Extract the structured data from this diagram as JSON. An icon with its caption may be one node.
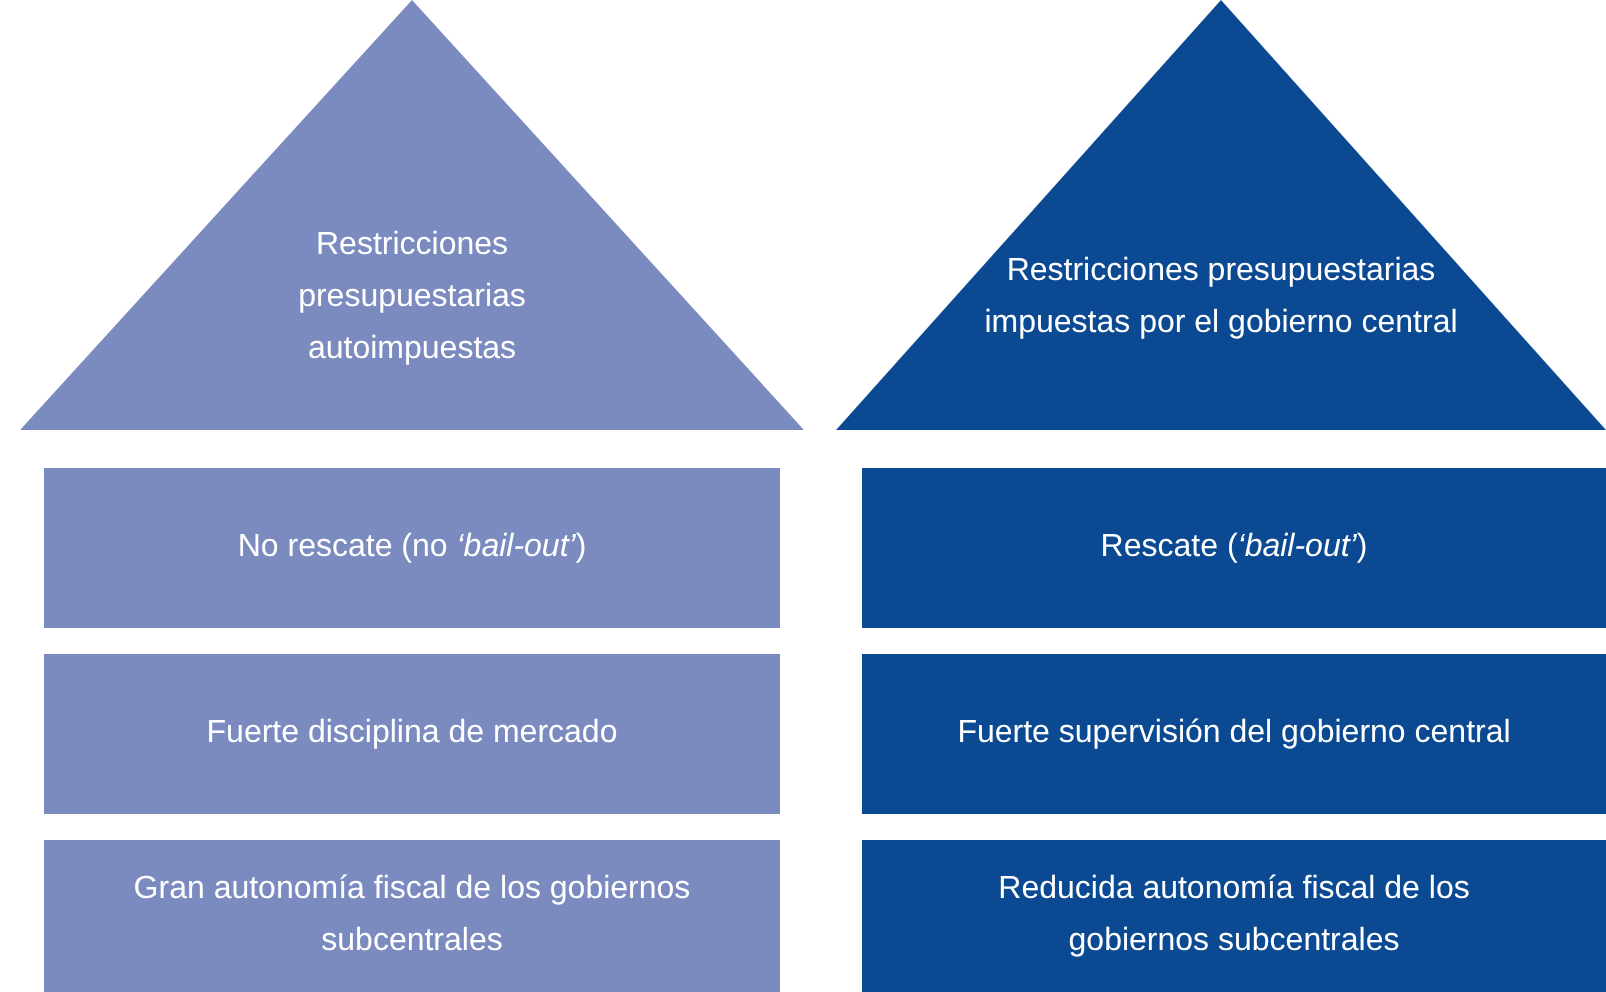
{
  "diagram": {
    "nodes": [
      {
        "text": [
          "Restricciones presupuestarias autoimpuestas"
        ]
      },
      {
        "text": [
          "Restricciones presupuestarias impuestas por el gobierno central"
        ]
      },
      {
        "text": [
          "No rescate (no *‘bail-out’*)"
        ]
      },
      {
        "text": [
          "Rescate (*‘bail-out’*)"
        ]
      },
      {
        "text": [
          "Fuerte disciplina de mercado"
        ]
      },
      {
        "text": [
          "Fuerte supervisión del gobierno central"
        ]
      },
      {
        "text": [
          "Gran autonomía fiscal de los gobiernos subcentrales"
        ]
      },
      {
        "text": [
          "Reducida autonomía fiscal de los gobiernos subcentrales"
        ]
      }
    ]
  }
}
